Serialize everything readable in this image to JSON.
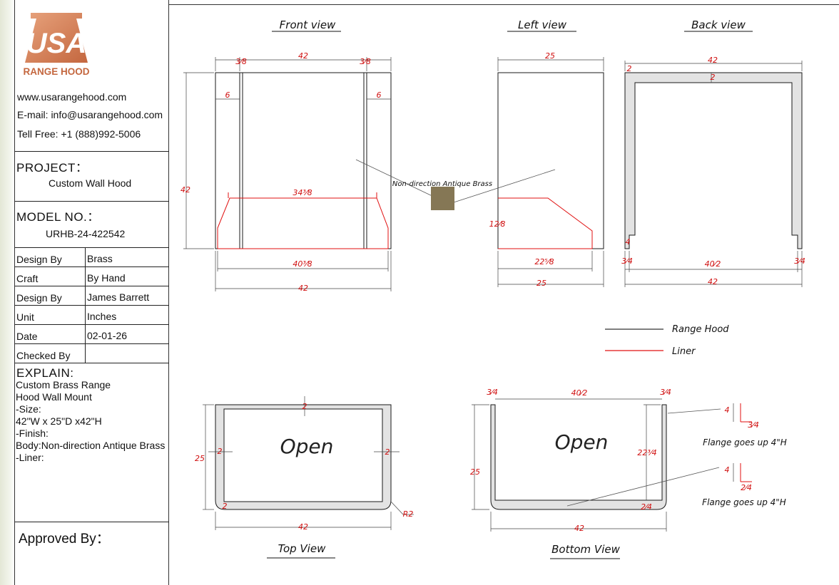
{
  "brand": {
    "logo_text": "USA",
    "logo_subtitle": "RANGE HOOD",
    "website": "www.usarangehood.com",
    "email": "E-mail: info@usarangehood.com",
    "phone": "Tell Free: +1 (888)992-5006"
  },
  "project": {
    "label": "PROJECT：",
    "value": "Custom Wall Hood"
  },
  "model": {
    "label": "MODEL NO.：",
    "value": "URHB-24-422542"
  },
  "specs": [
    {
      "label": "Design By",
      "value": "Brass"
    },
    {
      "label": "Craft",
      "value": "By Hand"
    },
    {
      "label": "Design By",
      "value": "James Barrett"
    },
    {
      "label": "Unit",
      "value": "Inches"
    },
    {
      "label": "Date",
      "value": "02-01-26"
    },
    {
      "label": "Checked By",
      "value": ""
    }
  ],
  "explain": {
    "label": "EXPLAIN:",
    "lines": [
      "Custom Brass Range",
      "Hood Wall Mount",
      "-Size:",
      "42\"W x 25\"D x42\"H",
      "-Finish:",
      "Body:Non-direction Antique Brass",
      "-Liner:"
    ]
  },
  "approved": "Approved By：",
  "drawing": {
    "views": {
      "front": "Front view",
      "left": "Left view",
      "back": "Back view",
      "top": "Top View",
      "bottom": "Bottom View"
    },
    "material_label": "Non-direction Antique Brass",
    "open_label": "Open",
    "legend": {
      "range_hood": "Range Hood",
      "liner": "Liner"
    },
    "flange_note": "Flange goes up 4\"H",
    "dims": {
      "d42": "42",
      "d25": "25",
      "d6": "6",
      "d2": "2",
      "d4": "4",
      "f3_8": "3⁄8",
      "f3_4": "3⁄4",
      "f2_4": "2⁄4",
      "d34_3_8": "34³⁄8",
      "d40_3_8": "40³⁄8",
      "d12_1_8": "12⁄8",
      "d22_5_8": "22⁵⁄8",
      "d40_1_2": "40⁄2",
      "d22_3_4": "22³⁄4",
      "r2": "R2"
    },
    "colors": {
      "outline": "#1a1a1a",
      "dimension": "#d01010",
      "fill": "#e3e3e3",
      "swatch": "#7a6d4f"
    }
  }
}
